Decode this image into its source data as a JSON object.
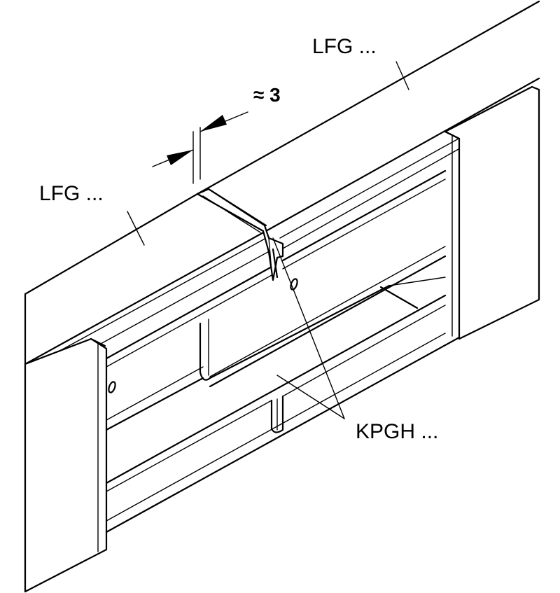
{
  "labels": {
    "upper_duct": "LFG ...",
    "lower_duct": "LFG ...",
    "coupler": "KPGH ...",
    "gap_dimension": "≈ 3"
  }
}
